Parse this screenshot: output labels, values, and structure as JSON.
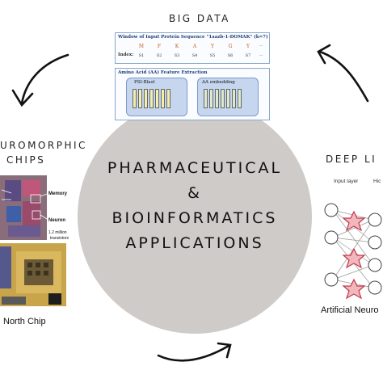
{
  "titles": {
    "big_data": "BIG DATA",
    "neuromorphic": "UROMORPHIC",
    "neuromorphic_line2": "CHIPS",
    "deep_learning": "DEEP LI"
  },
  "center": {
    "line1": "PHARMACEUTICAL",
    "line2": "&",
    "line3": "BIOINFORMATICS",
    "line4": "APPLICATIONS"
  },
  "big_data_figure": {
    "window_label": "Window of Input Protein Sequence \"1aazb-1-DOMAK\" (k=7)",
    "amino_acids": [
      "M",
      "F",
      "K",
      "A",
      "Y",
      "G",
      "Y"
    ],
    "ellipsis": "...",
    "index_label": "Index:",
    "indices": [
      "S1",
      "S2",
      "S3",
      "S4",
      "S5",
      "S6",
      "S7"
    ],
    "feature_label": "Amino Acid (AA) Feature Extraction",
    "psi_blast": "PSI-Blast",
    "aa_embedding": "AA embedding"
  },
  "chip_figure": {
    "memory": "Memory",
    "neuron": "Neuron",
    "transistors_line1": "1.2 million",
    "transistors_line2": "transistors",
    "caption": "North Chip"
  },
  "nn_figure": {
    "input_layer": "Input layer",
    "hidden_layer": "Hic",
    "caption": "Artificial Neuro"
  },
  "colors": {
    "circle": "#cfcbc9",
    "neuron_fill": "#f2b7bd",
    "neuron_stroke": "#c23a4a",
    "panel": "#c6d6ee"
  }
}
